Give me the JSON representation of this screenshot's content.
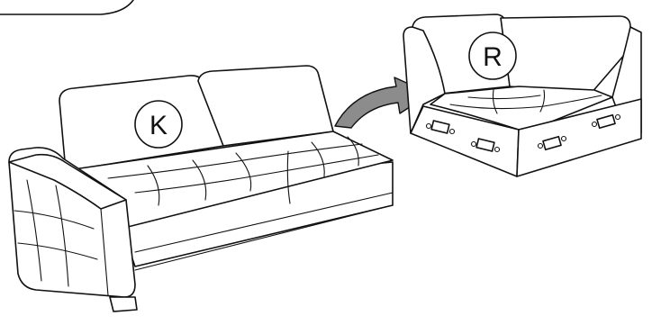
{
  "labels": {
    "sofa_module": "K",
    "corner_module": "R"
  },
  "icons": {
    "arrow": "curved-arrow-right"
  },
  "colors": {
    "line": "#111111",
    "arrow_fill": "#8c8c8c",
    "background": "#ffffff"
  }
}
